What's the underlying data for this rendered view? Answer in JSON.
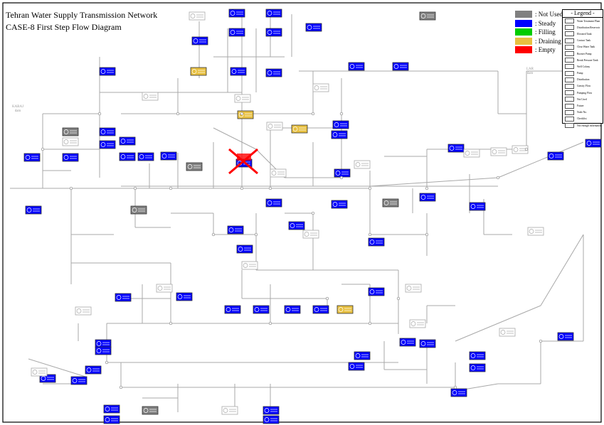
{
  "title_line1": "Tehran Water Supply Transmission Network",
  "title_line2": "CASE-8 First Step Flow Diagram",
  "status_legend": [
    {
      "label": ": Not Used",
      "color": "#808080"
    },
    {
      "label": ": Steady",
      "color": "#0000ff"
    },
    {
      "label": ": Filling",
      "color": "#00cc00"
    },
    {
      "label": ": Draining",
      "color": "#e8c040"
    },
    {
      "label": ": Empty",
      "color": "#ff0000"
    }
  ],
  "legend": {
    "title": "- Legend -",
    "items": [
      "Water Treatment Plant",
      "Distribution Reservoir",
      "Elevated Tank",
      "Contact Tank",
      "Clear Water Tank",
      "Booster Pump",
      "Break Pressure Tank",
      "Well Colony",
      "Pump",
      "Distribution",
      "Gravity Flow",
      "Pumping Flow",
      "Not Used",
      "Future",
      "Node No.",
      "Checklist",
      "Not enough information"
    ]
  },
  "side_labels": {
    "karaj": "KARAJ\ndam",
    "lar": "LAR\ndam"
  },
  "colors": {
    "pipe": "#a8a8a8",
    "steady": "#0000ff",
    "not_used": "#808080",
    "draining": "#e8c040",
    "empty": "#ff0000"
  }
}
